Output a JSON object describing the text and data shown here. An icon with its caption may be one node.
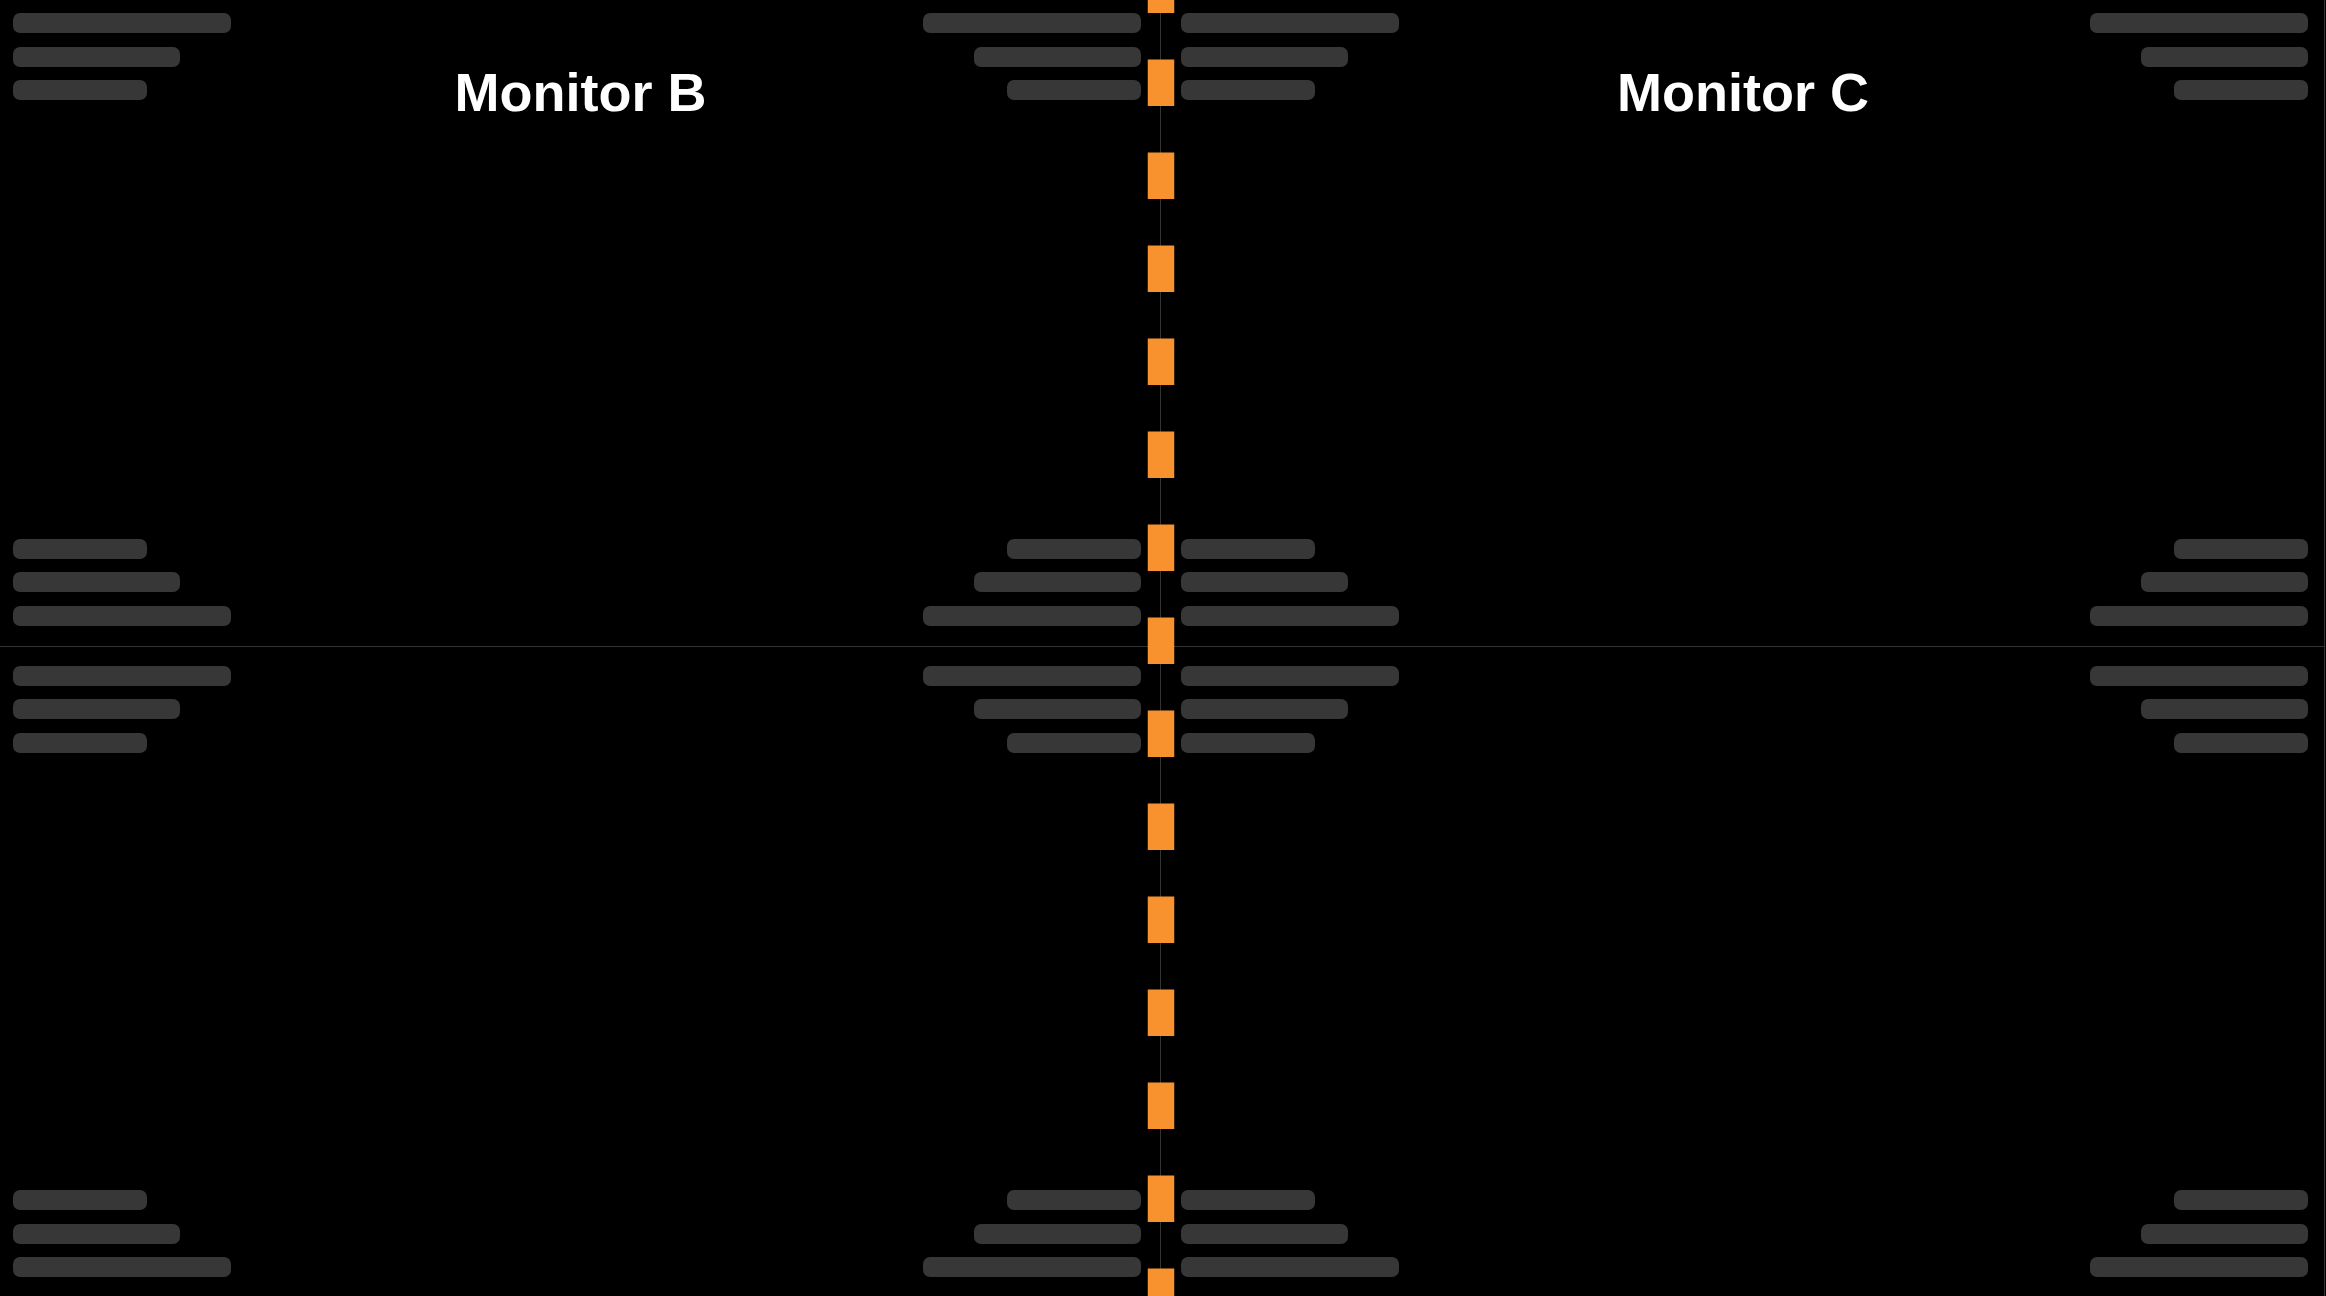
{
  "diagram": {
    "nodes": [
      {
        "text": [
          "Monitor B"
        ]
      },
      {
        "text": [
          "Monitor C"
        ]
      },
      {
        "text": [],
        "shape": "box"
      },
      {
        "text": [],
        "shape": "box"
      }
    ]
  }
}
